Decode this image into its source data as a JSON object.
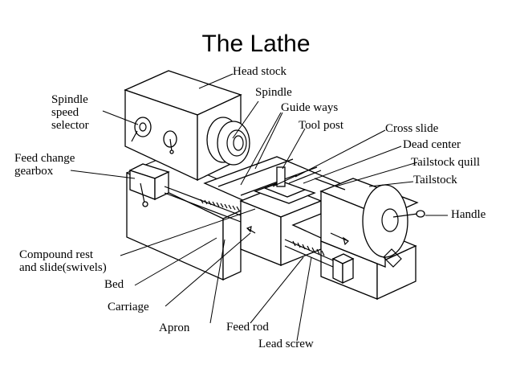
{
  "title": "The Lathe",
  "labels": {
    "head_stock": "Head stock",
    "spindle": "Spindle",
    "guide_ways": "Guide ways",
    "tool_post": "Tool post",
    "cross_slide": "Cross slide",
    "dead_center": "Dead center",
    "tailstock_quill": "Tailstock quill",
    "tailstock": "Tailstock",
    "handle": "Handle",
    "spindle_speed_selector_1": "Spindle",
    "spindle_speed_selector_2": "speed",
    "spindle_speed_selector_3": "selector",
    "feed_change_gearbox_1": "Feed change",
    "feed_change_gearbox_2": "gearbox",
    "compound_rest_1": "Compound rest",
    "compound_rest_2": "and slide(swivels)",
    "bed": "Bed",
    "carriage": "Carriage",
    "apron": "Apron",
    "feed_rod": "Feed rod",
    "lead_screw": "Lead screw"
  }
}
